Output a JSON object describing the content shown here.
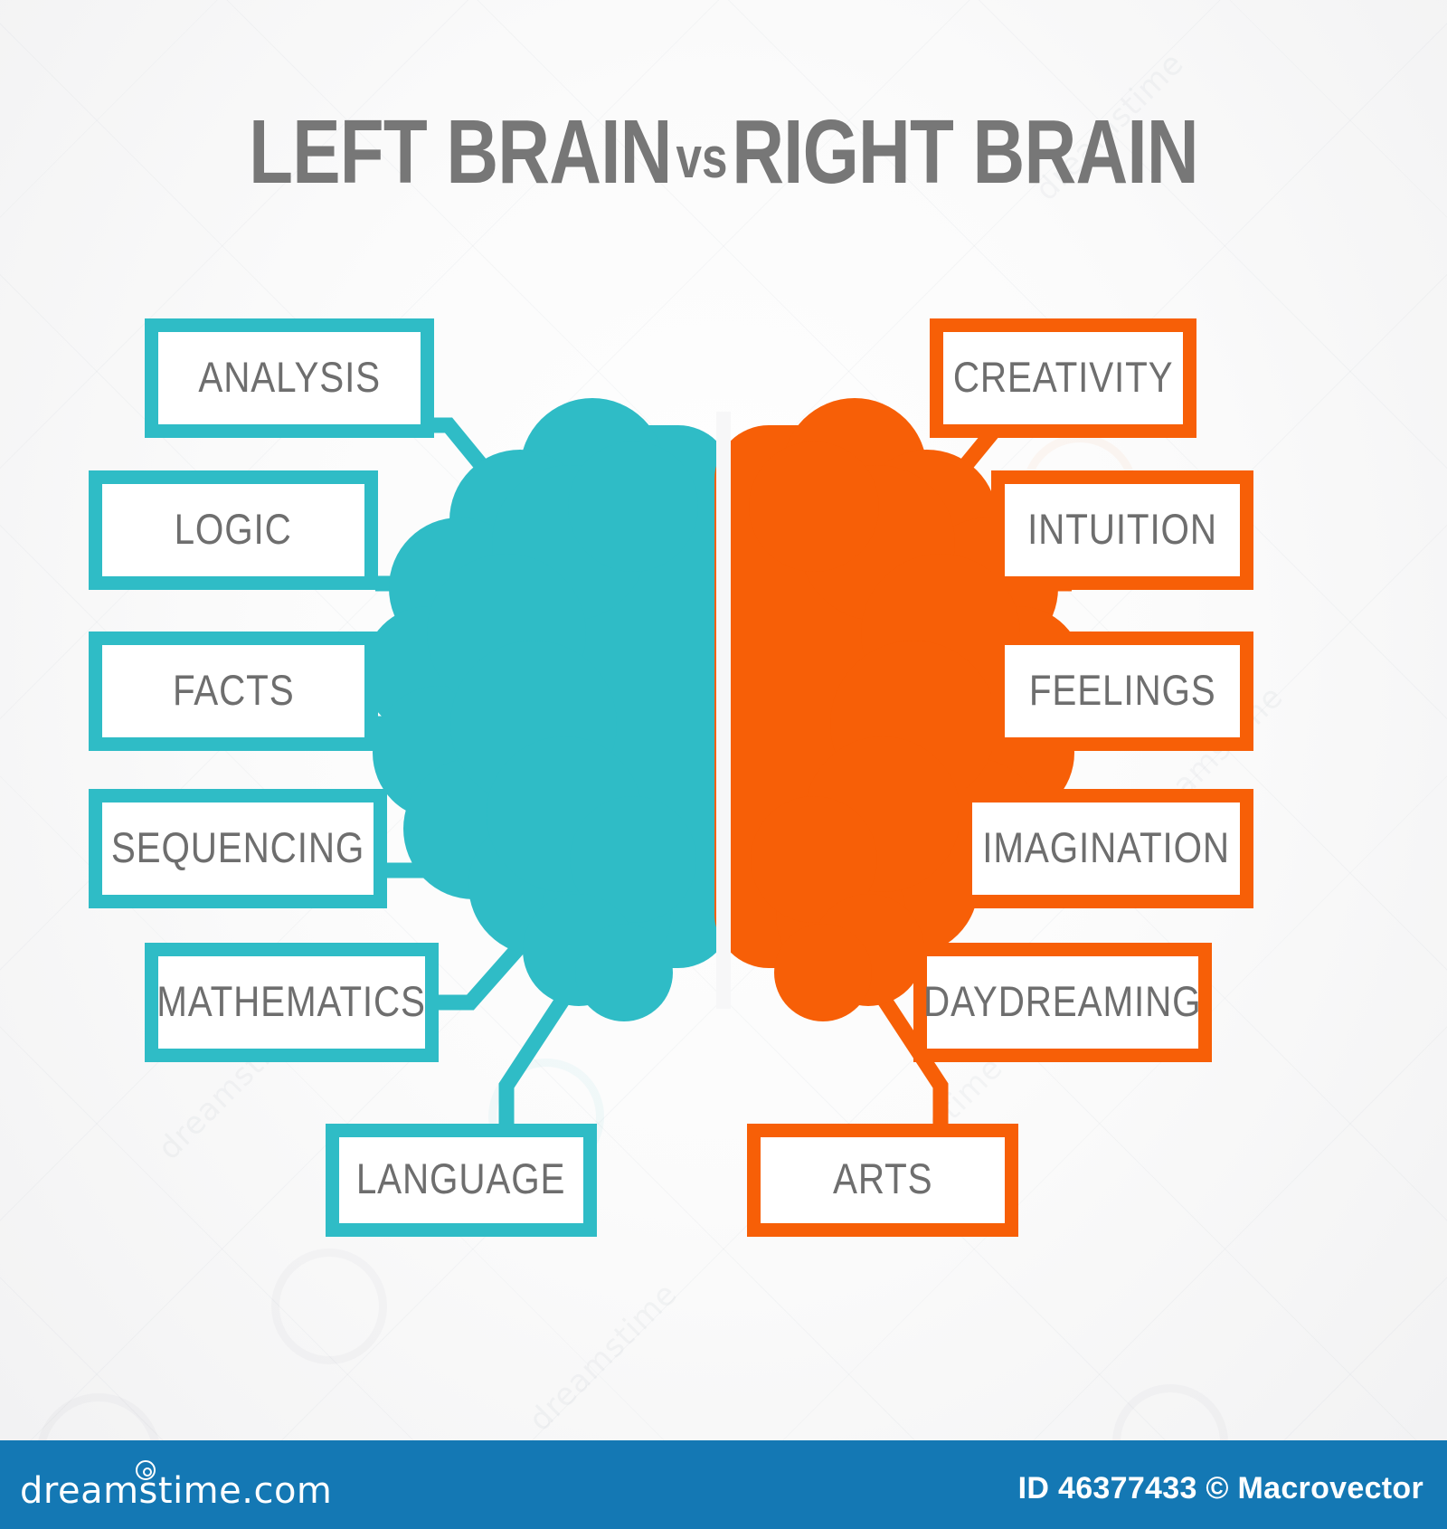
{
  "title": {
    "left": "LEFT BRAIN",
    "vs": "vs",
    "right": "RIGHT BRAIN",
    "full": "LEFT BRAIN vs RIGHT BRAIN"
  },
  "colors": {
    "left_accent": "#2fbcc6",
    "right_accent": "#f75f07",
    "title_text": "#777777",
    "label_text": "#6e6e6e",
    "box_fill": "#ffffff",
    "background": "#f3f3f4",
    "footer_bar": "#1478b4"
  },
  "left_brain": {
    "side": "left",
    "accent": "#2fbcc6",
    "items": [
      {
        "label": "ANALYSIS"
      },
      {
        "label": "LOGIC"
      },
      {
        "label": "FACTS"
      },
      {
        "label": "SEQUENCING"
      },
      {
        "label": "MATHEMATICS"
      },
      {
        "label": "LANGUAGE"
      }
    ]
  },
  "right_brain": {
    "side": "right",
    "accent": "#f75f07",
    "items": [
      {
        "label": "CREATIVITY"
      },
      {
        "label": "INTUITION"
      },
      {
        "label": "FEELINGS"
      },
      {
        "label": "IMAGINATION"
      },
      {
        "label": "DAYDREAMING"
      },
      {
        "label": "ARTS"
      }
    ]
  },
  "illustration": {
    "name": "two-hemisphere-brain",
    "left_hemisphere_color": "#2fbcc6",
    "right_hemisphere_color": "#f75f07"
  },
  "watermark": {
    "text": "dreamstime"
  },
  "footer": {
    "site": "dreamstime.com",
    "credit": "ID 46377433 © Macrovector"
  }
}
